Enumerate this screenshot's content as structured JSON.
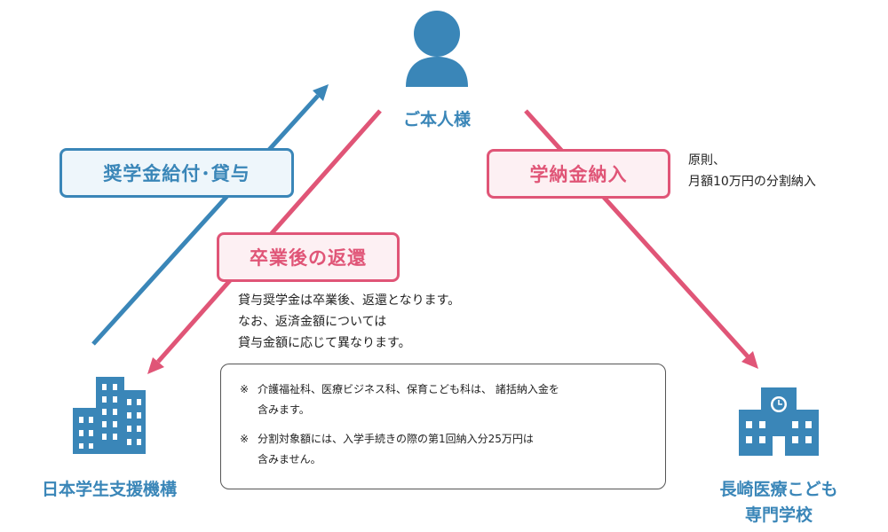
{
  "nodes": {
    "person": {
      "label": "ご本人様",
      "icon": "person-icon"
    },
    "jasso": {
      "label": "日本学生支援機構",
      "icon": "office-building-icon"
    },
    "school": {
      "label_line1": "長崎医療こども",
      "label_line2": "専門学校",
      "icon": "school-building-clock-icon"
    }
  },
  "tags": {
    "scholarship": "奨学金給付･貸与",
    "tuition": "学納金納入",
    "repayment": "卒業後の返還"
  },
  "tuition_note": {
    "line1": "原則、",
    "line2": "月額10万円の分割納入"
  },
  "repayment_note": {
    "line1": "貸与奨学金は卒業後、返還となります。",
    "line2": "なお、返済金額については",
    "line3": "貸与金額に応じて異なります。"
  },
  "notes": [
    {
      "mark": "※",
      "line1": "介護福祉科、医療ビジネス科、保育こども科は、 諸括納入金を",
      "line2": "含みます。"
    },
    {
      "mark": "※",
      "line1": "分割対象額には、入学手続きの際の第1回納入分25万円は",
      "line2": "含みません。"
    }
  ],
  "colors": {
    "blue": "#3a86b8",
    "pink": "#e05577",
    "text": "#222222"
  }
}
